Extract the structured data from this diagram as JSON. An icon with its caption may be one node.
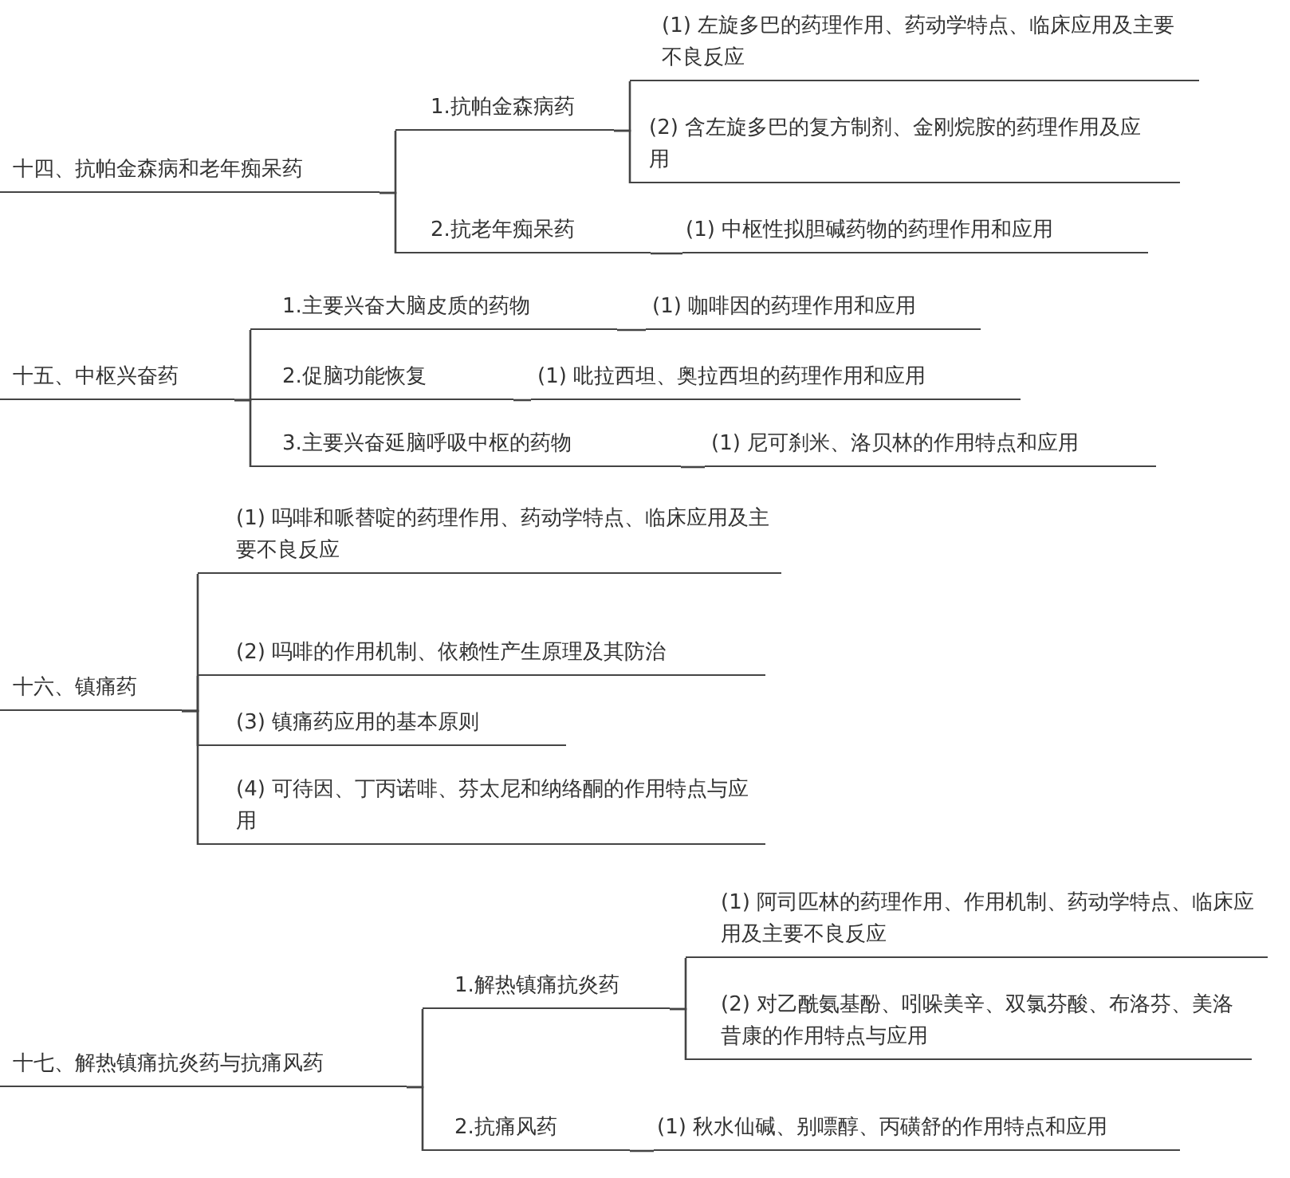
{
  "diagram": {
    "nodes": [
      {
        "text": [
          "十四、抗帕金森病和老年痴呆药"
        ]
      },
      {
        "text": [
          "1.抗帕金森病药"
        ]
      },
      {
        "text": [
          "(1) 左旋多巴的药理作用、药动学特点、临床应用及主要不良反应"
        ]
      },
      {
        "text": [
          "(2) 含左旋多巴的复方制剂、金刚烷胺的药理作用及应用"
        ]
      },
      {
        "text": [
          "2.抗老年痴呆药"
        ]
      },
      {
        "text": [
          "(1) 中枢性拟胆碱药物的药理作用和应用"
        ]
      },
      {
        "text": [
          "十五、中枢兴奋药"
        ]
      },
      {
        "text": [
          "1.主要兴奋大脑皮质的药物"
        ]
      },
      {
        "text": [
          "(1) 咖啡因的药理作用和应用"
        ]
      },
      {
        "text": [
          "2.促脑功能恢复"
        ]
      },
      {
        "text": [
          "(1) 吡拉西坦、奥拉西坦的药理作用和应用"
        ]
      },
      {
        "text": [
          "3.主要兴奋延脑呼吸中枢的药物"
        ]
      },
      {
        "text": [
          "(1) 尼可刹米、洛贝林的作用特点和应用"
        ]
      },
      {
        "text": [
          "十六、镇痛药"
        ]
      },
      {
        "text": [
          "(1) 吗啡和哌替啶的药理作用、药动学特点、临床应用及主要不良反应"
        ]
      },
      {
        "text": [
          "(2) 吗啡的作用机制、依赖性产生原理及其防治"
        ]
      },
      {
        "text": [
          "(3) 镇痛药应用的基本原则"
        ]
      },
      {
        "text": [
          "(4) 可待因、丁丙诺啡、芬太尼和纳络酮的作用特点与应用"
        ]
      },
      {
        "text": [
          "十七、解热镇痛抗炎药与抗痛风药"
        ]
      },
      {
        "text": [
          "1.解热镇痛抗炎药"
        ]
      },
      {
        "text": [
          "(1) 阿司匹林的药理作用、作用机制、药动学特点、临床应用及主要不良反应"
        ]
      },
      {
        "text": [
          "(2) 对乙酰氨基酚、吲哚美辛、双氯芬酸、布洛芬、美洛昔康的作用特点与应用"
        ]
      },
      {
        "text": [
          "2.抗痛风药"
        ]
      },
      {
        "text": [
          "(1) 秋水仙碱、别嘌醇、丙磺舒的作用特点和应用"
        ]
      }
    ],
    "edges": [
      {
        "from": 0,
        "to": 1,
        "arrow": "none"
      },
      {
        "from": 1,
        "to": 2,
        "arrow": "none"
      },
      {
        "from": 1,
        "to": 3,
        "arrow": "none"
      },
      {
        "from": 0,
        "to": 4,
        "arrow": "none"
      },
      {
        "from": 4,
        "to": 5,
        "arrow": "none"
      },
      {
        "from": 6,
        "to": 7,
        "arrow": "none"
      },
      {
        "from": 7,
        "to": 8,
        "arrow": "none"
      },
      {
        "from": 6,
        "to": 9,
        "arrow": "none"
      },
      {
        "from": 9,
        "to": 10,
        "arrow": "none"
      },
      {
        "from": 6,
        "to": 11,
        "arrow": "none"
      },
      {
        "from": 11,
        "to": 12,
        "arrow": "none"
      },
      {
        "from": 13,
        "to": 14,
        "arrow": "none"
      },
      {
        "from": 13,
        "to": 15,
        "arrow": "none"
      },
      {
        "from": 13,
        "to": 16,
        "arrow": "none"
      },
      {
        "from": 13,
        "to": 17,
        "arrow": "none"
      },
      {
        "from": 18,
        "to": 19,
        "arrow": "none"
      },
      {
        "from": 19,
        "to": 20,
        "arrow": "none"
      },
      {
        "from": 19,
        "to": 21,
        "arrow": "none"
      },
      {
        "from": 18,
        "to": 22,
        "arrow": "none"
      },
      {
        "from": 22,
        "to": 23,
        "arrow": "none"
      }
    ]
  }
}
